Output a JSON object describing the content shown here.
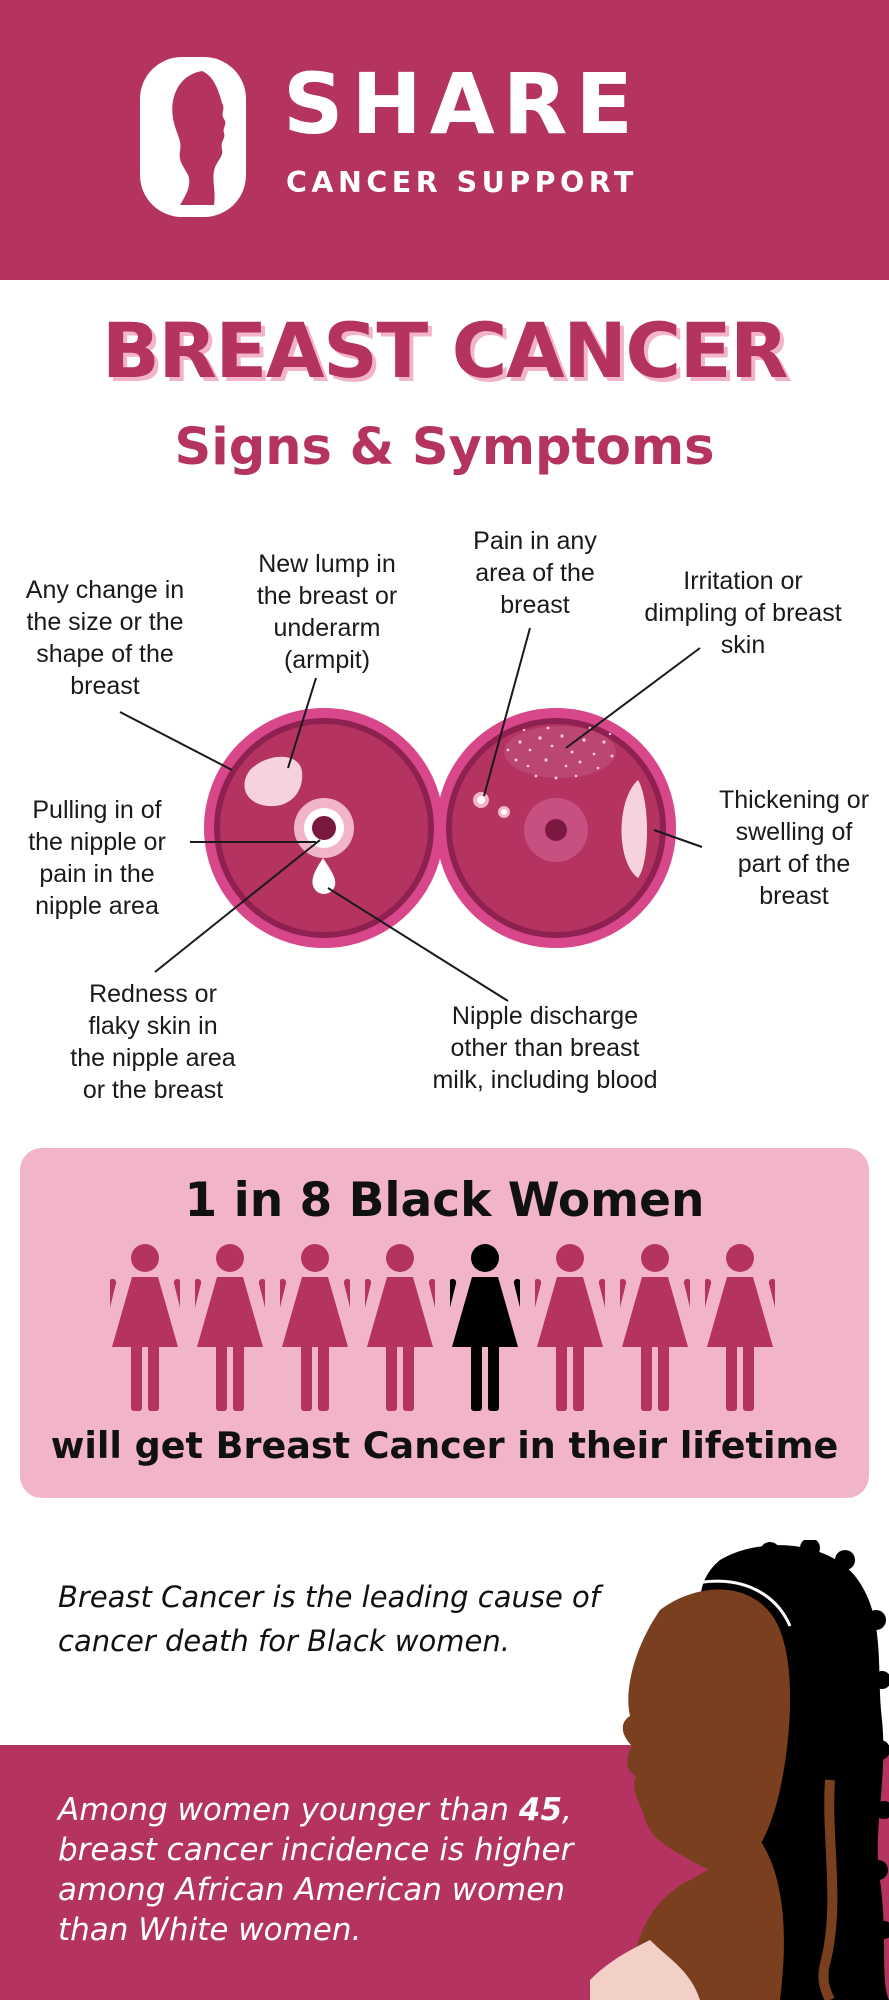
{
  "header": {
    "brand_name": "SHARE",
    "brand_tagline": "CANCER SUPPORT",
    "logo_icon": "woman-profile-logo-icon",
    "background_color": "#b43361"
  },
  "title": "BREAST CANCER",
  "subtitle": "Signs & Symptoms",
  "symptoms": {
    "size_shape": "Any change in\nthe size or the\nshape of the\nbreast",
    "lump": "New lump in\nthe breast or\nunderarm\n(armpit)",
    "pain": "Pain in any\narea of the\nbreast",
    "irritation": "Irritation or\ndimpling of breast\nskin",
    "pulling": "Pulling in of\nthe nipple or\npain in the\nnipple area",
    "thickening": "Thickening or\nswelling of\npart of the\nbreast",
    "redness": "Redness or\nflaky skin in\nthe nipple area\nor the breast",
    "discharge": "Nipple discharge\nother than breast\nmilk, including blood"
  },
  "stat": {
    "headline": "1 in 8 Black Women",
    "footer": "will get Breast Cancer in their lifetime",
    "total_figures": 8,
    "highlighted_index": 5,
    "figure_color": "#b43361",
    "highlight_color": "#000000",
    "box_color": "#f2b4c9"
  },
  "facts": {
    "leading_cause": "Breast Cancer is the leading cause of cancer death for Black women.",
    "incidence_before": "Among women younger than ",
    "incidence_age": "45",
    "incidence_after": ", breast cancer incidence is higher among African American women than White women."
  },
  "colors": {
    "primary": "#b43361",
    "light_pink": "#f2b4c9",
    "breast_fill": "#a8295a",
    "skin": "#7a3f1f",
    "hair": "#000000"
  }
}
